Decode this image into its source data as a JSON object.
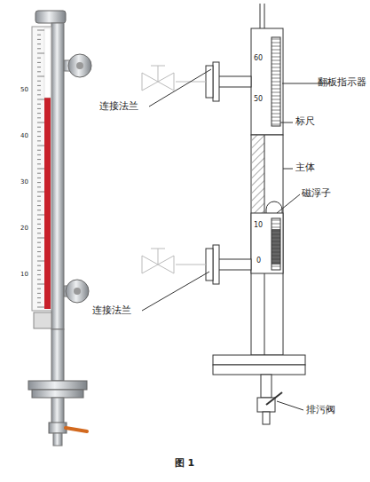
{
  "diagram": {
    "caption": "图 1",
    "labels": [
      "50",
      "40",
      "30",
      "20",
      "10",
      "连接法兰",
      "翻板指示器",
      "标尺",
      "主体",
      "磁浮子",
      "连接法兰",
      "排污阀",
      "60",
      "50",
      "10",
      "0"
    ]
  }
}
